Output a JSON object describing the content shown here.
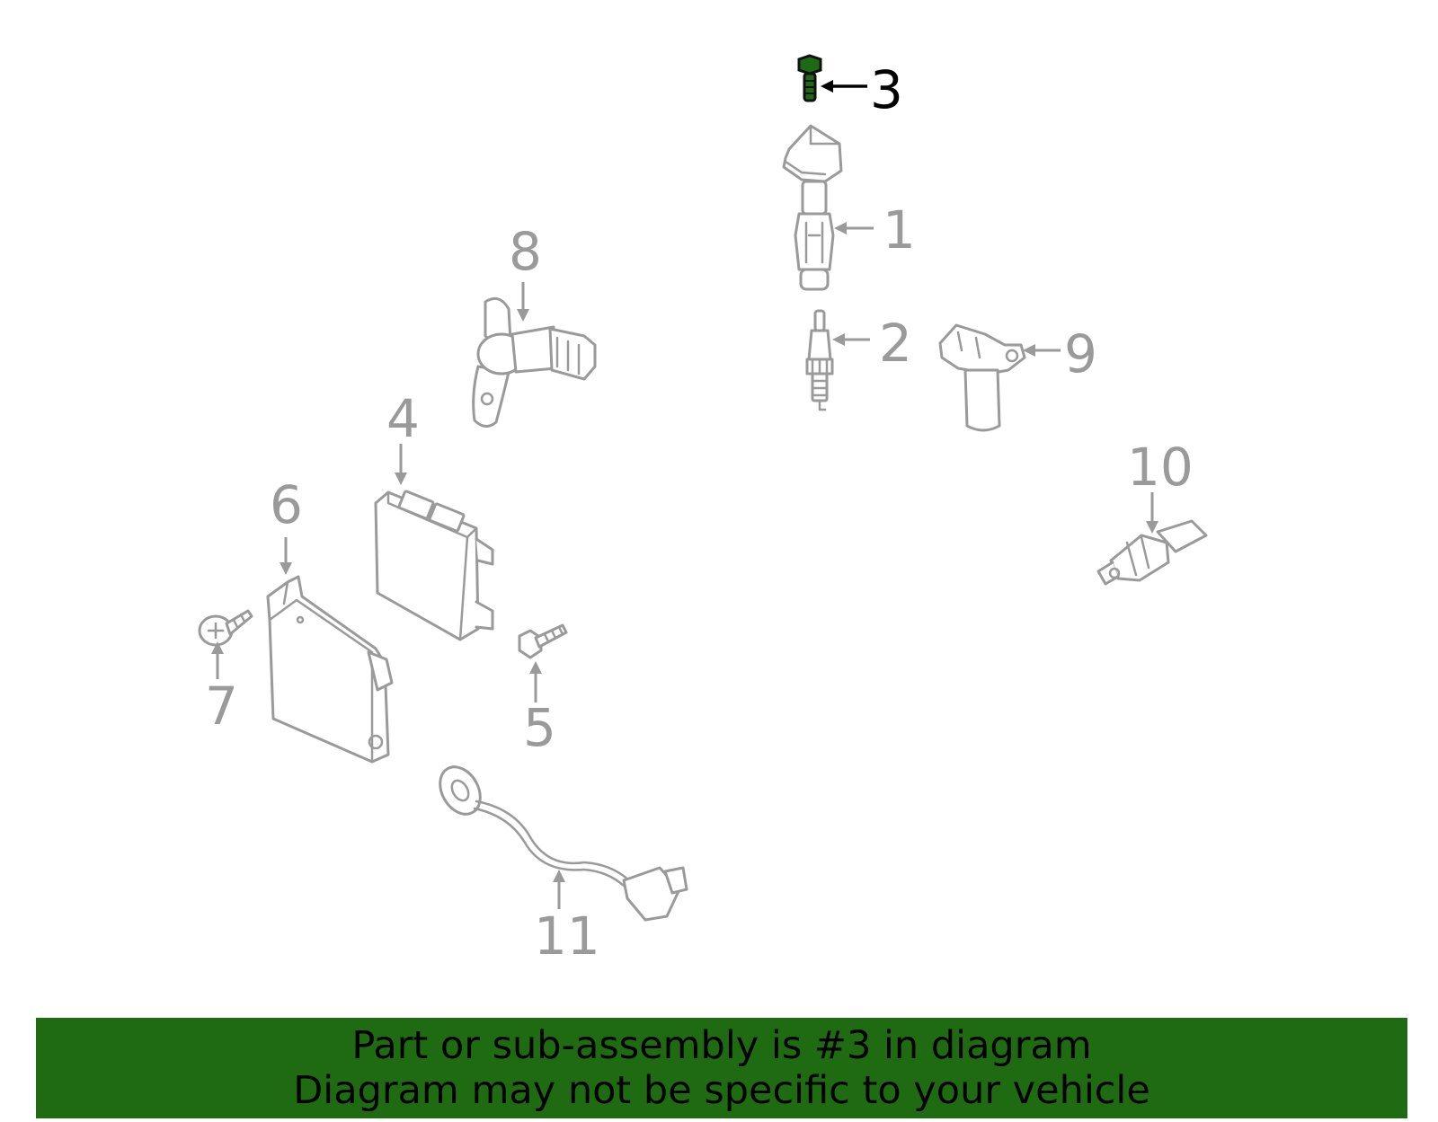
{
  "diagram": {
    "callouts": [
      {
        "id": "c1",
        "number": "1"
      },
      {
        "id": "c2",
        "number": "2"
      },
      {
        "id": "c3",
        "number": "3",
        "highlighted": true
      },
      {
        "id": "c4",
        "number": "4"
      },
      {
        "id": "c5",
        "number": "5"
      },
      {
        "id": "c6",
        "number": "6"
      },
      {
        "id": "c7",
        "number": "7"
      },
      {
        "id": "c8",
        "number": "8"
      },
      {
        "id": "c9",
        "number": "9"
      },
      {
        "id": "c10",
        "number": "10"
      },
      {
        "id": "c11",
        "number": "11"
      }
    ],
    "colors": {
      "highlight": "#1e6a14",
      "part_outline": "#9a9a9a",
      "banner": "#1f6b11"
    }
  },
  "banner": {
    "line1": "Part or sub-assembly is #3 in diagram",
    "line2": "Diagram may not be specific to your vehicle"
  }
}
